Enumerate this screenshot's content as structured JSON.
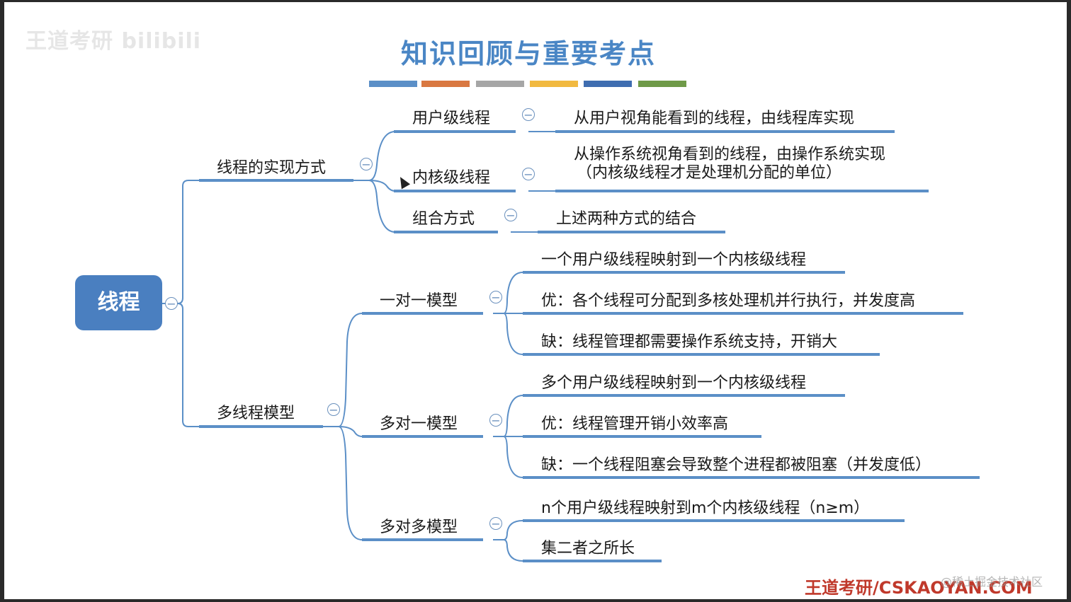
{
  "watermark_left": "王道考研 bilibili",
  "title": "知识回顾与重要考点",
  "brand_watermark": "王道考研/CSKAOYAN.COM",
  "community_watermark": "@稀土掘金技术社区",
  "stripe_colors": [
    "#5b8fc7",
    "#d97841",
    "#a6a6a6",
    "#f1b940",
    "#3f6db0",
    "#6f9a48"
  ],
  "root": "线程",
  "branches": {
    "impl": {
      "label": "线程的实现方式",
      "user": {
        "label": "用户级线程",
        "desc": "从用户视角能看到的线程，由线程库实现"
      },
      "kernel": {
        "label": "内核级线程",
        "desc_line1": "从操作系统视角看到的线程，由操作系统实现",
        "desc_line2": "（内核级线程才是处理机分配的单位）"
      },
      "combo": {
        "label": "组合方式",
        "desc": "上述两种方式的结合"
      }
    },
    "models": {
      "label": "多线程模型",
      "one_one": {
        "label": "一对一模型",
        "items": [
          "一个用户级线程映射到一个内核级线程",
          "优：各个线程可分配到多核处理机并行执行，并发度高",
          "缺：线程管理都需要操作系统支持，开销大"
        ]
      },
      "many_one": {
        "label": "多对一模型",
        "items": [
          "多个用户级线程映射到一个内核级线程",
          "优：线程管理开销小效率高",
          "缺：一个线程阻塞会导致整个进程都被阻塞（并发度低）"
        ]
      },
      "many_many": {
        "label": "多对多模型",
        "items": [
          "n个用户级线程映射到m个内核级线程（n≥m）",
          "集二者之所长"
        ]
      }
    }
  },
  "collapse_symbol": "−"
}
